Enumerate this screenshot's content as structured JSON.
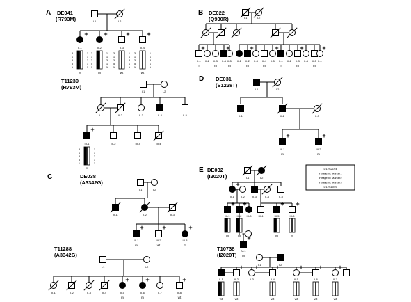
{
  "panels": {
    "A": {
      "letter": "A",
      "family1": "DE041",
      "mut1": "(R793M)",
      "family2": "T11239",
      "mut2": "(R793M)",
      "ids": [
        "I-1",
        "I-2",
        "II-1",
        "II-2",
        "II-3",
        "II-4",
        "I-1",
        "I-2",
        "II-1",
        "II-2",
        "II-3",
        "II-4",
        "II-5",
        "III-1",
        "III-2",
        "III-3",
        "III-4"
      ],
      "genotypes": [
        "M",
        "M",
        "wt",
        "wt",
        "M"
      ],
      "hap_left": [
        "3",
        "1",
        "3",
        "5",
        "1"
      ],
      "hap_right": [
        "1",
        "1",
        "3",
        "1",
        "1"
      ]
    },
    "B": {
      "letter": "B",
      "family": "DE022",
      "mut": "(Q930R)",
      "ids": [
        "I-1",
        "I-2",
        "II-1",
        "II-2",
        "II-3",
        "II-4",
        "II-5"
      ],
      "genotypes": [
        "m",
        "m",
        "m",
        "m",
        "m",
        "m",
        "m",
        "m",
        "m",
        "m"
      ]
    },
    "C": {
      "letter": "C",
      "family1": "DE038",
      "mut1": "(A3342G)",
      "family2": "T11288",
      "mut2": "(A3342G)",
      "ids": [
        "I-1",
        "I-2",
        "II-1",
        "II-2",
        "II-3",
        "III-1",
        "III-2",
        "III-3",
        "I-1",
        "I-2",
        "II-1",
        "II-2",
        "II-3",
        "II-4",
        "II-5",
        "II-6",
        "II-7",
        "II-8"
      ],
      "genotypes": [
        "m",
        "wt",
        "m",
        "m",
        "m",
        "wt"
      ]
    },
    "D": {
      "letter": "D",
      "family": "DE031",
      "mut": "(S1228T)",
      "ids": [
        "I-1",
        "I-2",
        "II-1",
        "II-2",
        "II-3",
        "III-1",
        "III-2"
      ],
      "genotypes": [
        "m",
        "m"
      ]
    },
    "E": {
      "letter": "E",
      "family1": "DE032",
      "mut1": "(I2020T)",
      "family2": "T10738",
      "mut2": "(I2020T)",
      "markers": [
        "D12S2194",
        "Intragenic Marker1",
        "Intragenic Marker2",
        "Intragenic Marker3",
        "D12S1049"
      ],
      "ids": [
        "I-1",
        "I-2",
        "II-1",
        "II-2",
        "II-3",
        "II-4",
        "II-5",
        "III-1",
        "III-2",
        "III-3",
        "III-4",
        "III-5",
        "III-6",
        "III-7",
        "IV-1",
        "I-1",
        "I-2",
        "II-1",
        "II-2",
        "II-3",
        "II-4",
        "II-5",
        "II-6",
        "II-7"
      ],
      "genotypes": [
        "M",
        "M",
        "M",
        "M",
        "M",
        "wt",
        "wt",
        "wt",
        "wt",
        "wt"
      ]
    },
    "plus": "+"
  }
}
